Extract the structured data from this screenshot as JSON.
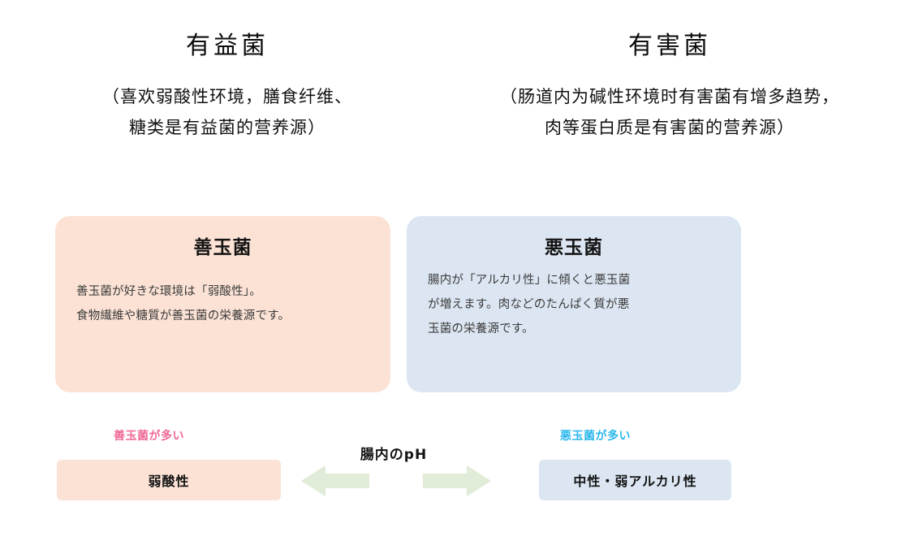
{
  "annotations": {
    "left": {
      "title": "有益菌",
      "lines": [
        "（喜欢弱酸性环境，膳食纤维、",
        "糖类是有益菌的营养源）"
      ]
    },
    "right": {
      "title": "有害菌",
      "lines": [
        "（肠道内为碱性环境时有害菌有增多趋势，",
        "肉等蛋白质是有害菌的营养源）"
      ]
    }
  },
  "cards": {
    "good": {
      "title": "善玉菌",
      "lines": [
        "善玉菌が好きな環境は「弱酸性」。",
        "食物繊維や糖質が善玉菌の栄養源です。"
      ],
      "bg": "#fbe2d5"
    },
    "bad": {
      "title": "悪玉菌",
      "lines": [
        "腸内が「アルカリ性」に傾くと悪玉菌",
        "が増えます。肉などのたんぱく質が悪",
        "玉菌の栄養源です。"
      ],
      "bg": "#dce6f2"
    }
  },
  "ph_scale": {
    "center_label": "腸内のpH",
    "good_caption": "善玉菌が多い",
    "good_caption_color": "#f06898",
    "bad_caption": "悪玉菌が多い",
    "bad_caption_color": "#2ab7ec",
    "acid_label": "弱酸性",
    "alkaline_label": "中性・弱アルカリ性",
    "arrow_color": "#e0ebd8",
    "left_arrow_icon": "arrow-left-icon",
    "right_arrow_icon": "arrow-right-icon"
  }
}
